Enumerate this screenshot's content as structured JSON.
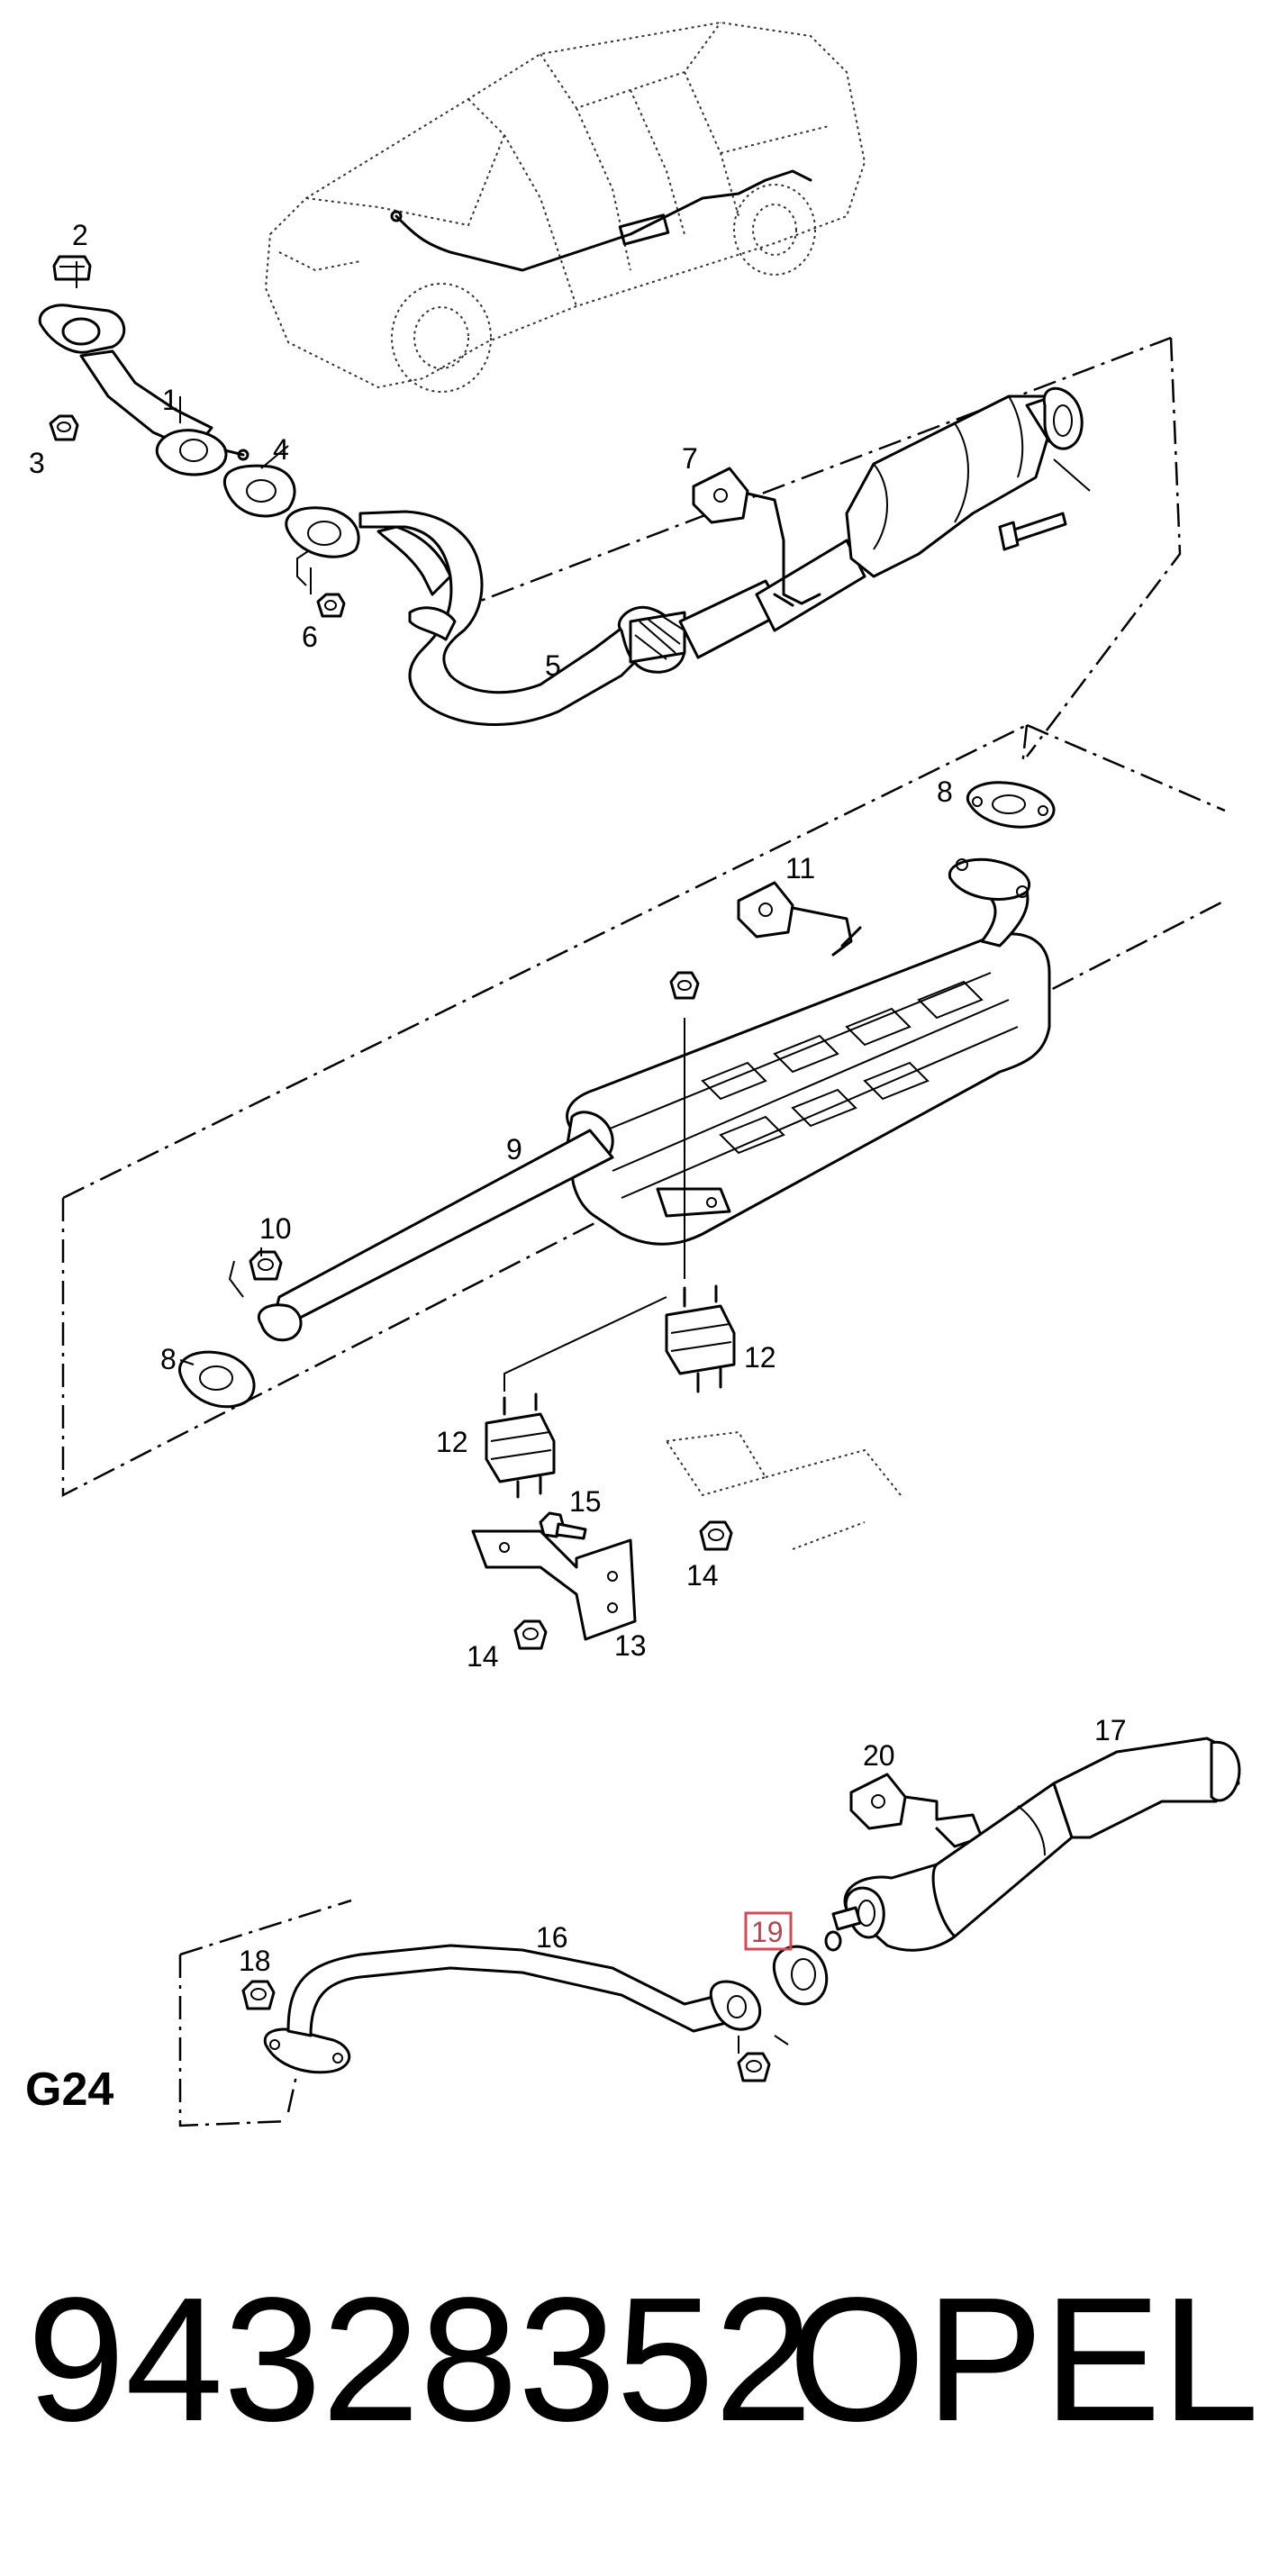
{
  "section_code": "G24",
  "part_number": "94328352",
  "brand": "OPEL",
  "highlighted_callout": "19",
  "highlight_color": "#d04a52",
  "callouts": [
    {
      "id": "c1",
      "text": "1"
    },
    {
      "id": "c2",
      "text": "2"
    },
    {
      "id": "c3",
      "text": "3"
    },
    {
      "id": "c4",
      "text": "4"
    },
    {
      "id": "c5",
      "text": "5"
    },
    {
      "id": "c6",
      "text": "6"
    },
    {
      "id": "c7",
      "text": "7"
    },
    {
      "id": "c8a",
      "text": "8"
    },
    {
      "id": "c8b",
      "text": "8"
    },
    {
      "id": "c9",
      "text": "9"
    },
    {
      "id": "c10",
      "text": "10"
    },
    {
      "id": "c11",
      "text": "11"
    },
    {
      "id": "c12a",
      "text": "12"
    },
    {
      "id": "c12b",
      "text": "12"
    },
    {
      "id": "c13",
      "text": "13"
    },
    {
      "id": "c14a",
      "text": "14"
    },
    {
      "id": "c14b",
      "text": "14"
    },
    {
      "id": "c15",
      "text": "15"
    },
    {
      "id": "c16",
      "text": "16"
    },
    {
      "id": "c17",
      "text": "17"
    },
    {
      "id": "c18",
      "text": "18"
    },
    {
      "id": "c19",
      "text": "19"
    },
    {
      "id": "c20",
      "text": "20"
    }
  ]
}
